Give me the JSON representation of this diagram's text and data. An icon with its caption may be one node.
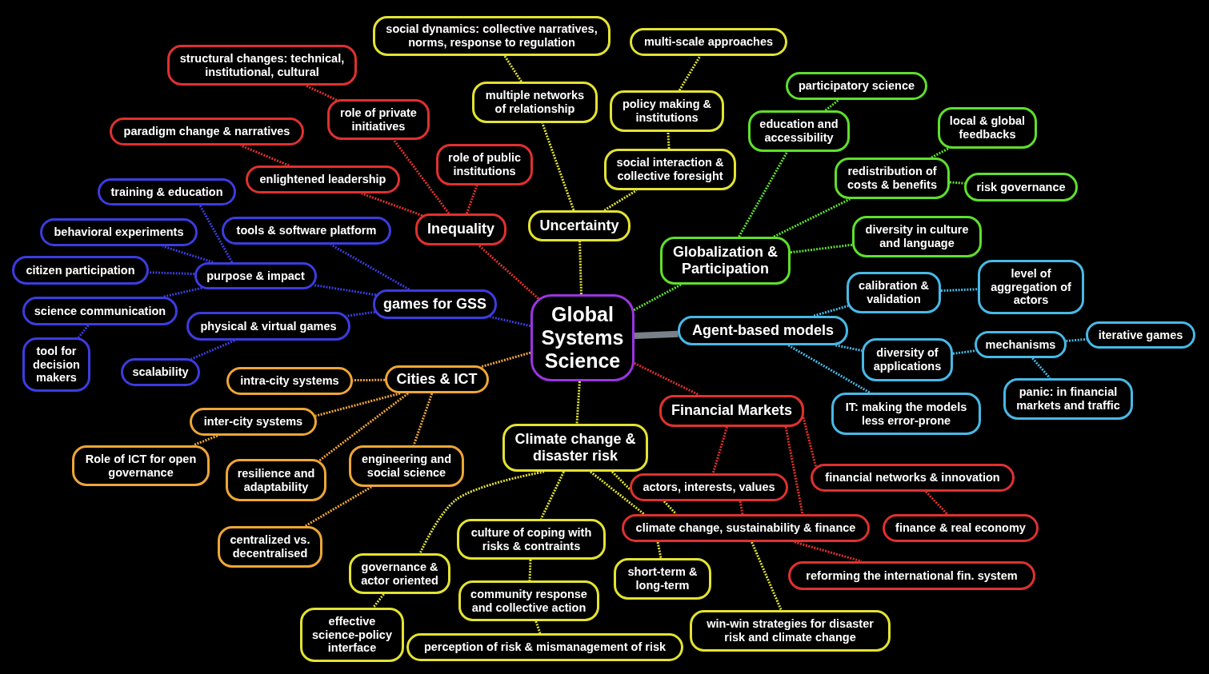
{
  "diagram": {
    "nodes": [
      {
        "text": [
          "Global Systems Science"
        ]
      },
      {
        "text": [
          "Inequality"
        ]
      },
      {
        "text": [
          "structural changes: technical, institutional, cultural"
        ]
      },
      {
        "text": [
          "role of private initiatives"
        ]
      },
      {
        "text": [
          "paradigm change & narratives"
        ]
      },
      {
        "text": [
          "enlightened leadership"
        ]
      },
      {
        "text": [
          "role of public institutions"
        ]
      },
      {
        "text": [
          "Uncertainty"
        ]
      },
      {
        "text": [
          "social dynamics: collective narratives, norms, response to regulation"
        ]
      },
      {
        "text": [
          "multiple networks of relationship"
        ]
      },
      {
        "text": [
          "multi-scale approaches"
        ]
      },
      {
        "text": [
          "policy making & institutions"
        ]
      },
      {
        "text": [
          "social interaction & collective foresight"
        ]
      },
      {
        "text": [
          "Globalization & Participation"
        ]
      },
      {
        "text": [
          "participatory science"
        ]
      },
      {
        "text": [
          "education and accessibility"
        ]
      },
      {
        "text": [
          "local & global feedbacks"
        ]
      },
      {
        "text": [
          "redistribution of costs & benefits"
        ]
      },
      {
        "text": [
          "risk governance"
        ]
      },
      {
        "text": [
          "diversity in culture and language"
        ]
      },
      {
        "text": [
          "Agent-based models"
        ]
      },
      {
        "text": [
          "calibration & validation"
        ]
      },
      {
        "text": [
          "level of aggregation of actors"
        ]
      },
      {
        "text": [
          "diversity of applications"
        ]
      },
      {
        "text": [
          "mechanisms"
        ]
      },
      {
        "text": [
          "iterative games"
        ]
      },
      {
        "text": [
          "panic: in financial markets and traffic"
        ]
      },
      {
        "text": [
          "IT: making the models less error-prone"
        ]
      },
      {
        "text": [
          "Financial Markets"
        ]
      },
      {
        "text": [
          "actors, interests, values"
        ]
      },
      {
        "text": [
          "financial networks & innovation"
        ]
      },
      {
        "text": [
          "climate change, sustainability & finance"
        ]
      },
      {
        "text": [
          "finance & real economy"
        ]
      },
      {
        "text": [
          "reforming the international fin. system"
        ]
      },
      {
        "text": [
          "Climate change & disaster risk"
        ]
      },
      {
        "text": [
          "culture of coping with risks & contraints"
        ]
      },
      {
        "text": [
          "community response and collective action"
        ]
      },
      {
        "text": [
          "perception of risk & mismanagement of risk"
        ]
      },
      {
        "text": [
          "governance & actor oriented"
        ]
      },
      {
        "text": [
          "effective science-policy interface"
        ]
      },
      {
        "text": [
          "short-term & long-term"
        ]
      },
      {
        "text": [
          "win-win strategies for disaster risk and climate change"
        ]
      },
      {
        "text": [
          "Cities & ICT"
        ]
      },
      {
        "text": [
          "intra-city systems"
        ]
      },
      {
        "text": [
          "inter-city systems"
        ]
      },
      {
        "text": [
          "Role of ICT for open governance"
        ]
      },
      {
        "text": [
          "resilience and adaptability"
        ]
      },
      {
        "text": [
          "engineering and social science"
        ]
      },
      {
        "text": [
          "centralized vs. decentralised"
        ]
      },
      {
        "text": [
          "games for GSS"
        ]
      },
      {
        "text": [
          "tools & software platform"
        ]
      },
      {
        "text": [
          "purpose & impact"
        ]
      },
      {
        "text": [
          "physical & virtual games"
        ]
      },
      {
        "text": [
          "training & education"
        ]
      },
      {
        "text": [
          "behavioral experiments"
        ]
      },
      {
        "text": [
          "citizen participation"
        ]
      },
      {
        "text": [
          "science communication"
        ]
      },
      {
        "text": [
          "tool for decision makers"
        ]
      },
      {
        "text": [
          "scalability"
        ]
      }
    ],
    "edges": [
      {
        "from": 0,
        "to": 1,
        "arrow": "none",
        "style": "dashed",
        "color": "#e0312e"
      },
      {
        "from": 1,
        "to": 3,
        "arrow": "none",
        "style": "dashed",
        "color": "#e0312e"
      },
      {
        "from": 3,
        "to": 2,
        "arrow": "none",
        "style": "dashed",
        "color": "#e0312e"
      },
      {
        "from": 1,
        "to": 5,
        "arrow": "none",
        "style": "dashed",
        "color": "#e0312e"
      },
      {
        "from": 5,
        "to": 4,
        "arrow": "none",
        "style": "dashed",
        "color": "#e0312e"
      },
      {
        "from": 1,
        "to": 6,
        "arrow": "none",
        "style": "dashed",
        "color": "#e0312e"
      },
      {
        "from": 0,
        "to": 7,
        "arrow": "none",
        "style": "dashed",
        "color": "#e3e332"
      },
      {
        "from": 7,
        "to": 9,
        "arrow": "none",
        "style": "dashed",
        "color": "#e3e332"
      },
      {
        "from": 9,
        "to": 8,
        "arrow": "none",
        "style": "dashed",
        "color": "#e3e332"
      },
      {
        "from": 7,
        "to": 12,
        "arrow": "none",
        "style": "dashed",
        "color": "#e3e332"
      },
      {
        "from": 12,
        "to": 11,
        "arrow": "none",
        "style": "dashed",
        "color": "#e3e332"
      },
      {
        "from": 11,
        "to": 10,
        "arrow": "none",
        "style": "dashed",
        "color": "#e3e332"
      },
      {
        "from": 0,
        "to": 13,
        "arrow": "none",
        "style": "dashed",
        "color": "#5ee02c"
      },
      {
        "from": 13,
        "to": 15,
        "arrow": "none",
        "style": "dashed",
        "color": "#5ee02c"
      },
      {
        "from": 15,
        "to": 14,
        "arrow": "none",
        "style": "dashed",
        "color": "#5ee02c"
      },
      {
        "from": 13,
        "to": 17,
        "arrow": "none",
        "style": "dashed",
        "color": "#5ee02c"
      },
      {
        "from": 17,
        "to": 16,
        "arrow": "none",
        "style": "dashed",
        "color": "#5ee02c"
      },
      {
        "from": 17,
        "to": 18,
        "arrow": "none",
        "style": "dashed",
        "color": "#5ee02c"
      },
      {
        "from": 13,
        "to": 19,
        "arrow": "none",
        "style": "dashed",
        "color": "#5ee02c"
      },
      {
        "from": 0,
        "to": 20,
        "arrow": "none",
        "style": "thick",
        "color": "#7a8089"
      },
      {
        "from": 20,
        "to": 21,
        "arrow": "none",
        "style": "dashed",
        "color": "#48b9e6"
      },
      {
        "from": 21,
        "to": 22,
        "arrow": "none",
        "style": "dashed",
        "color": "#48b9e6"
      },
      {
        "from": 20,
        "to": 23,
        "arrow": "none",
        "style": "dashed",
        "color": "#48b9e6"
      },
      {
        "from": 23,
        "to": 24,
        "arrow": "none",
        "style": "dashed",
        "color": "#48b9e6"
      },
      {
        "from": 24,
        "to": 25,
        "arrow": "none",
        "style": "dashed",
        "color": "#48b9e6"
      },
      {
        "from": 24,
        "to": 26,
        "arrow": "none",
        "style": "dashed",
        "color": "#48b9e6"
      },
      {
        "from": 20,
        "to": 27,
        "arrow": "none",
        "style": "dashed",
        "color": "#48b9e6"
      },
      {
        "from": 0,
        "to": 28,
        "arrow": "none",
        "style": "dashed",
        "color": "#e0312e"
      },
      {
        "from": 28,
        "to": 29,
        "arrow": "none",
        "style": "dashed",
        "color": "#e0312e"
      },
      {
        "from": 29,
        "to": 31,
        "arrow": "none",
        "style": "dashed",
        "color": "#e0312e"
      },
      {
        "from": 28,
        "to": 30,
        "arrow": "none",
        "style": "dashed",
        "color": "#e0312e"
      },
      {
        "from": 30,
        "to": 32,
        "arrow": "none",
        "style": "dashed",
        "color": "#e0312e"
      },
      {
        "from": 28,
        "to": 31,
        "arrow": "none",
        "style": "dashed",
        "color": "#e0312e"
      },
      {
        "from": 31,
        "to": 33,
        "arrow": "none",
        "style": "dashed",
        "color": "#e0312e"
      },
      {
        "from": 0,
        "to": 34,
        "arrow": "none",
        "style": "dashed",
        "color": "#e3e332"
      },
      {
        "from": 34,
        "to": 35,
        "arrow": "none",
        "style": "dashed",
        "color": "#e3e332"
      },
      {
        "from": 35,
        "to": 36,
        "arrow": "none",
        "style": "dashed",
        "color": "#e3e332"
      },
      {
        "from": 36,
        "to": 37,
        "arrow": "none",
        "style": "dashed",
        "color": "#e3e332"
      },
      {
        "from": 34,
        "to": 38,
        "arrow": "none",
        "style": "dashed",
        "color": "#e3e332"
      },
      {
        "from": 38,
        "to": 39,
        "arrow": "none",
        "style": "dashed",
        "color": "#e3e332"
      },
      {
        "from": 34,
        "to": 29,
        "arrow": "none",
        "style": "dashed",
        "color": "#e3e332"
      },
      {
        "from": 29,
        "to": 31,
        "arrow": "none",
        "style": "dashed",
        "color": "#e3e332"
      },
      {
        "from": 34,
        "to": 31,
        "arrow": "none",
        "style": "dashed",
        "color": "#e3e332"
      },
      {
        "from": 31,
        "to": 40,
        "arrow": "none",
        "style": "dashed",
        "color": "#e3e332"
      },
      {
        "from": 31,
        "to": 41,
        "arrow": "none",
        "style": "dashed",
        "color": "#e3e332"
      },
      {
        "from": 0,
        "to": 42,
        "arrow": "none",
        "style": "dashed",
        "color": "#eea636"
      },
      {
        "from": 42,
        "to": 43,
        "arrow": "none",
        "style": "dashed",
        "color": "#eea636"
      },
      {
        "from": 42,
        "to": 44,
        "arrow": "none",
        "style": "dashed",
        "color": "#eea636"
      },
      {
        "from": 44,
        "to": 45,
        "arrow": "none",
        "style": "dashed",
        "color": "#eea636"
      },
      {
        "from": 42,
        "to": 46,
        "arrow": "none",
        "style": "dashed",
        "color": "#eea636"
      },
      {
        "from": 42,
        "to": 47,
        "arrow": "none",
        "style": "dashed",
        "color": "#eea636"
      },
      {
        "from": 47,
        "to": 48,
        "arrow": "none",
        "style": "dashed",
        "color": "#eea636"
      },
      {
        "from": 0,
        "to": 49,
        "arrow": "none",
        "style": "dashed",
        "color": "#3c3ce0"
      },
      {
        "from": 49,
        "to": 50,
        "arrow": "none",
        "style": "dashed",
        "color": "#3c3ce0"
      },
      {
        "from": 49,
        "to": 51,
        "arrow": "none",
        "style": "dashed",
        "color": "#3c3ce0"
      },
      {
        "from": 49,
        "to": 52,
        "arrow": "none",
        "style": "dashed",
        "color": "#3c3ce0"
      },
      {
        "from": 51,
        "to": 53,
        "arrow": "none",
        "style": "dashed",
        "color": "#3c3ce0"
      },
      {
        "from": 51,
        "to": 54,
        "arrow": "none",
        "style": "dashed",
        "color": "#3c3ce0"
      },
      {
        "from": 51,
        "to": 55,
        "arrow": "none",
        "style": "dashed",
        "color": "#3c3ce0"
      },
      {
        "from": 51,
        "to": 56,
        "arrow": "none",
        "style": "dashed",
        "color": "#3c3ce0"
      },
      {
        "from": 56,
        "to": 57,
        "arrow": "none",
        "style": "dashed",
        "color": "#3c3ce0"
      },
      {
        "from": 52,
        "to": 58,
        "arrow": "none",
        "style": "dashed",
        "color": "#3c3ce0"
      }
    ]
  }
}
